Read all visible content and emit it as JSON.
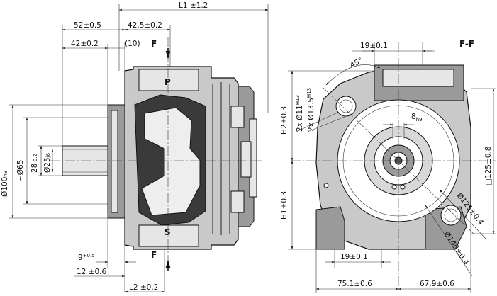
{
  "section_label": "F-F",
  "left_view": {
    "top_dims": [
      "L1 ±1.2",
      "52±0.5",
      "42.5±0.2",
      "42±0.2",
      "(10)"
    ],
    "section_marks": [
      "F",
      "F"
    ],
    "port_labels": [
      "P",
      "S"
    ],
    "left_dims": [
      "Ø100",
      "h8",
      "~Ø65",
      "28",
      "-0.2",
      "Ø25",
      "j6"
    ],
    "bottom_dims": [
      "9",
      "+0.5",
      "12 ±0.6",
      "L2 ±0.2"
    ]
  },
  "right_view": {
    "top_dims": [
      "19±0.1",
      "45°",
      "2x Ø11",
      "H13",
      "2x Ø13.5",
      "H13",
      "8",
      "h9"
    ],
    "left_dims": [
      "H2±0.3",
      "H1±0.3"
    ],
    "right_dims": [
      "□125±0.8",
      "Ø125±0.4",
      "Ø140±0.4"
    ],
    "bottom_dims": [
      "19±0.1",
      "75.1±0.6",
      "67.9±0.6"
    ]
  }
}
